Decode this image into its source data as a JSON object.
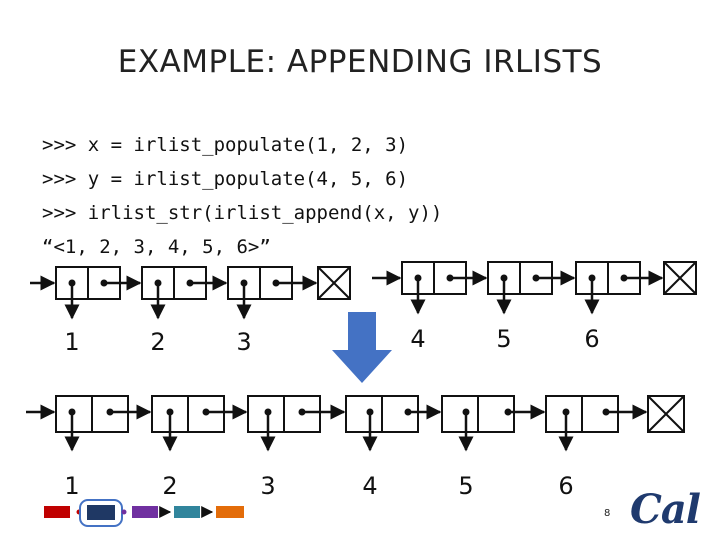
{
  "slide": {
    "title": "EXAMPLE: APPENDING IRLISTS",
    "code_lines": [
      ">>> x = irlist_populate(1, 2, 3)",
      ">>> y = irlist_populate(4, 5, 6)",
      ">>> irlist_str(irlist_append(x, y))",
      "“<1, 2, 3, 4, 5, 6>”"
    ],
    "top_list_x_values": [
      "1",
      "2",
      "3"
    ],
    "top_list_y_values": [
      "4",
      "5",
      "6"
    ],
    "bottom_list_values": [
      "1",
      "2",
      "3",
      "4",
      "5",
      "6"
    ],
    "page_number": "8",
    "logo_text": "Cal"
  },
  "colors": {
    "arrow_blue": "#4472c4",
    "nav_red": "#c00000",
    "nav_navy": "#1f3864",
    "nav_purple": "#7030a0",
    "nav_teal": "#31859c",
    "nav_orange": "#e36c09",
    "logo_blue": "#1f3a6e"
  }
}
